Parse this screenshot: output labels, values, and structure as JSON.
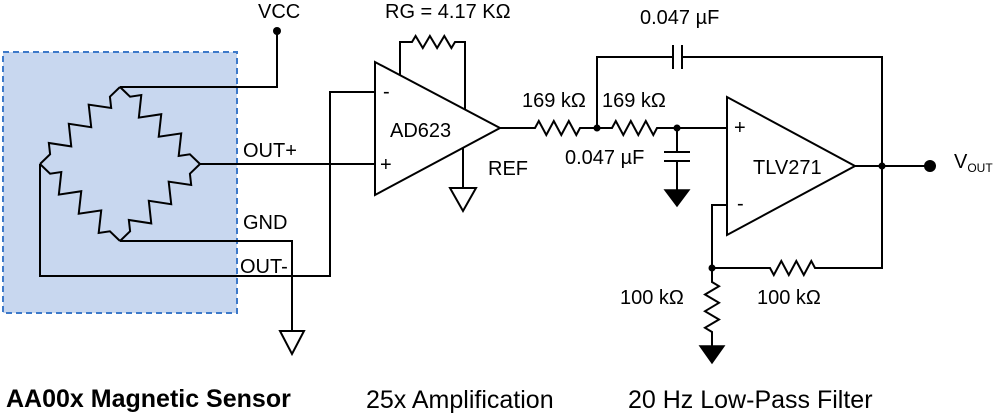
{
  "colors": {
    "background": "#ffffff",
    "wire": "#000000",
    "sensor_fill": "#c8d7ef",
    "sensor_border": "#3d79c9"
  },
  "sensor": {
    "title": "AA00x Magnetic Sensor",
    "vcc": "VCC",
    "out_plus": "OUT+",
    "gnd": "GND",
    "out_minus": "OUT-"
  },
  "amplifier": {
    "title": "25x Amplification",
    "chip": "AD623",
    "gain_resistor": "RG = 4.17 KΩ",
    "ref": "REF",
    "inverting_input": "-",
    "noninverting_input": "+"
  },
  "filter": {
    "title": "20 Hz Low-Pass Filter",
    "chip": "TLV271",
    "input_resistor_1": "169 kΩ",
    "input_resistor_2": "169 kΩ",
    "top_capacitor": "0.047 µF",
    "ground_capacitor": "0.047 µF",
    "ground_resistor": "100 kΩ",
    "feedback_resistor": "100 kΩ",
    "inverting_input": "-",
    "noninverting_input": "+",
    "output_label": "V",
    "output_subscript": "OUT"
  }
}
